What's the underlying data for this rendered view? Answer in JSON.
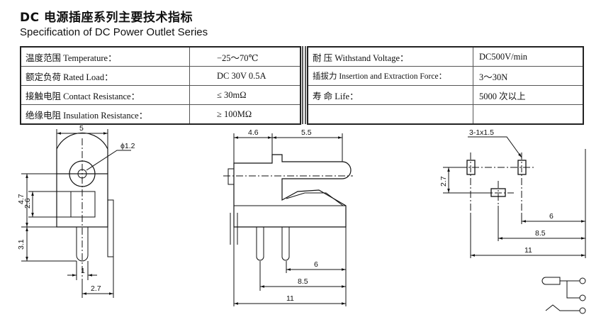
{
  "header": {
    "title_cn": "DC 电源插座系列主要技术指标",
    "title_en": "Specification of DC Power Outlet Series"
  },
  "spec_left": [
    {
      "label": "温度范围 Temperature：",
      "value": "−25～70℃"
    },
    {
      "label": "额定负荷 Rated Load：",
      "value": "DC  30V  0.5A"
    },
    {
      "label": "接触电阻 Contact Resistance：",
      "value": "≤ 30mΩ"
    },
    {
      "label": "绝缘电阻 Insulation Resistance：",
      "value": "≥ 100MΩ"
    }
  ],
  "spec_right": [
    {
      "label": "耐  压 Withstand Voltage：",
      "value": "DC500V/min"
    },
    {
      "label": "插拔力 Insertion and Extraction Force：",
      "value": "3～30N"
    },
    {
      "label": "寿  命 Life：",
      "value": "5000 次以上"
    },
    {
      "label": "",
      "value": ""
    }
  ],
  "dimensions": {
    "front": {
      "width_top": "5",
      "hole": "ϕ1.2",
      "h_left": "4.7",
      "h_inner": "2.6",
      "h_pin": "3.1",
      "pin_w": "1",
      "pin_off": "2.7"
    },
    "side": {
      "left": "4.6",
      "right": "5.5",
      "d6": "6",
      "d85": "8.5",
      "d11": "11"
    },
    "footprint": {
      "holes": "3-1x1.5",
      "v27": "2.7",
      "d6": "6",
      "d85": "8.5",
      "d11": "11"
    }
  }
}
